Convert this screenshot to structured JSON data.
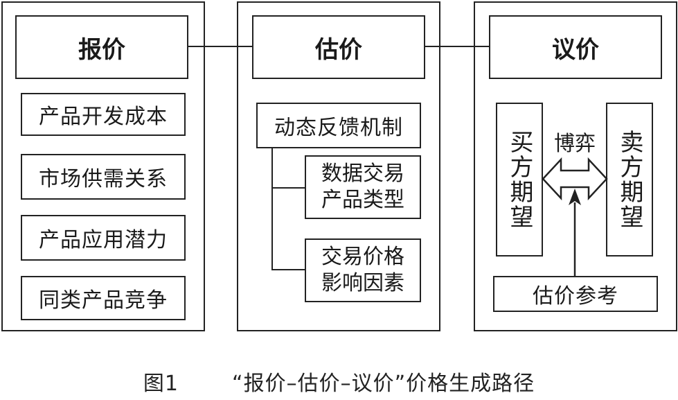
{
  "columns": [
    {
      "title": "报价",
      "items": [
        "产品开发成本",
        "市场供需关系",
        "产品应用潜力",
        "同类产品竞争"
      ]
    },
    {
      "title": "估价",
      "mechanism": "动态反馈机制",
      "subitems": [
        {
          "line1": "数据交易",
          "line2": "产品类型"
        },
        {
          "line1": "交易价格",
          "line2": "影响因素"
        }
      ]
    },
    {
      "title": "议价",
      "buyer": "买方期望",
      "seller": "卖方期望",
      "game": "博弈",
      "reference": "估价参考"
    }
  ],
  "caption": {
    "figure": "图1",
    "text": "“报价–估价–议价”价格生成路径"
  }
}
